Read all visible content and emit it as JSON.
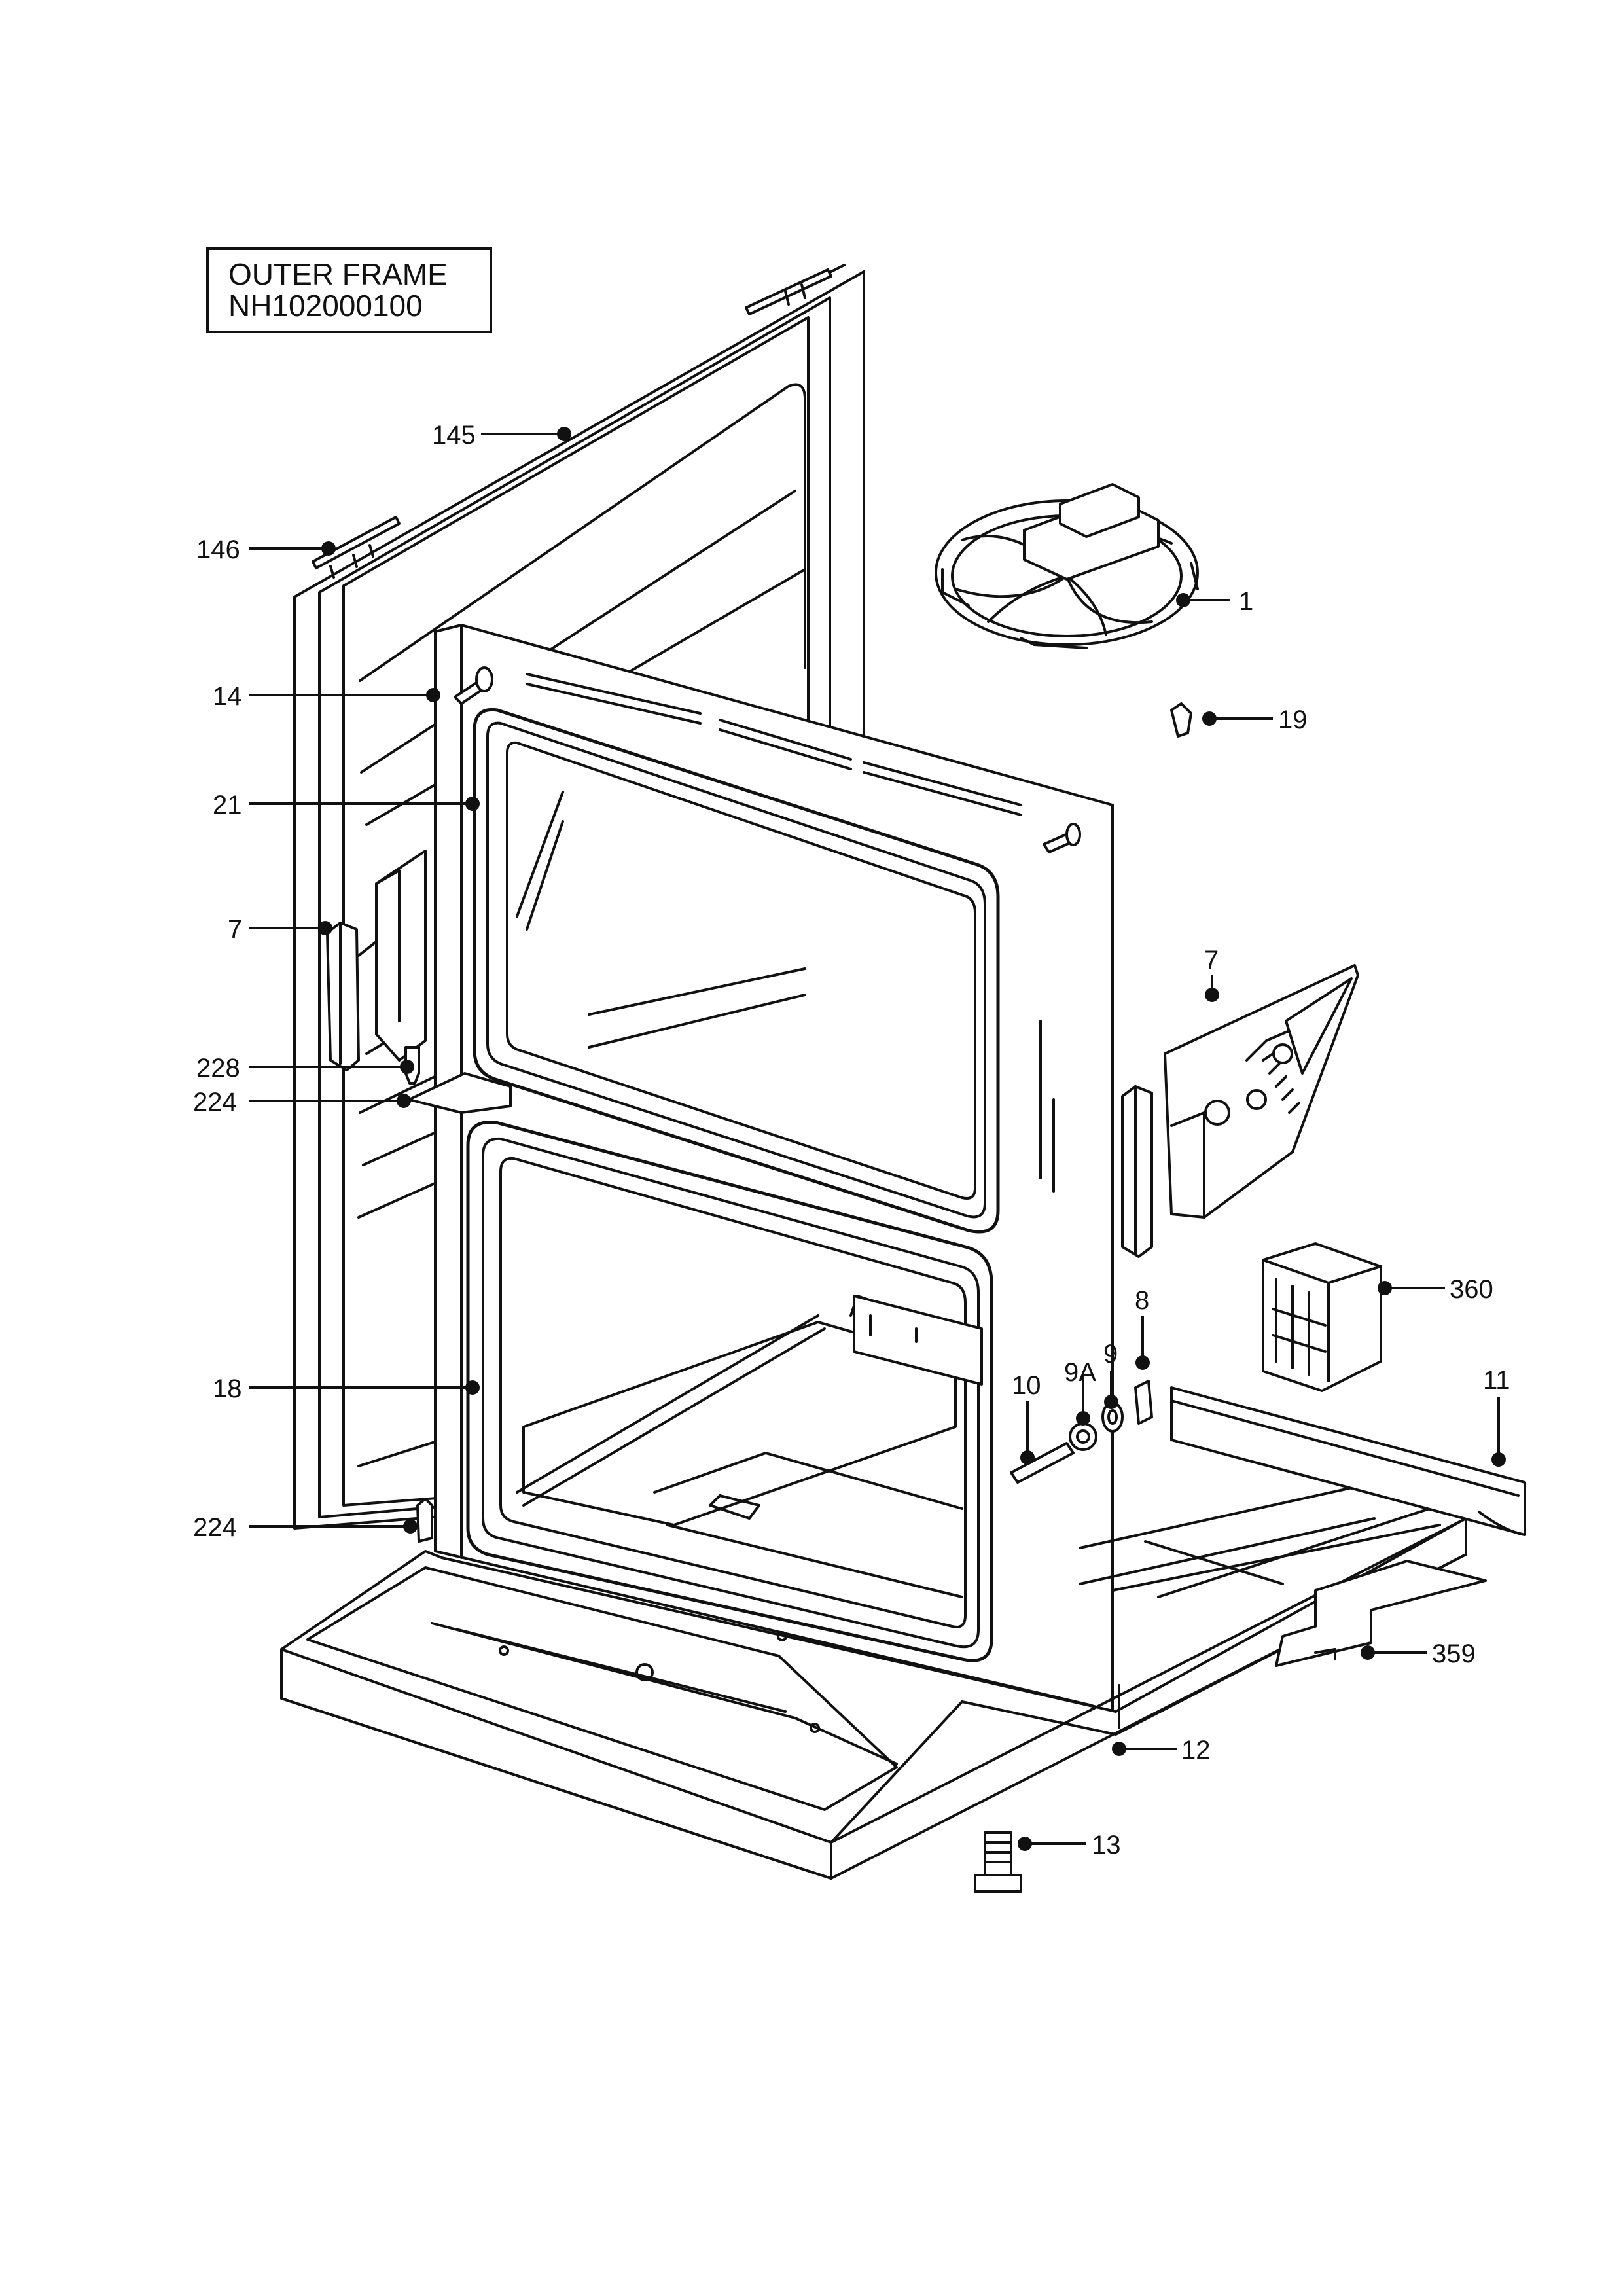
{
  "title": {
    "line1": "OUTER FRAME",
    "line2": "NH102000100"
  },
  "callouts": [
    "145",
    "146",
    "1",
    "14",
    "19",
    "21",
    "7",
    "7",
    "228",
    "224",
    "8",
    "9",
    "9A",
    "10",
    "360",
    "11",
    "18",
    "224",
    "359",
    "12",
    "13"
  ],
  "style": {
    "line_color": "#111111",
    "background": "#ffffff"
  }
}
